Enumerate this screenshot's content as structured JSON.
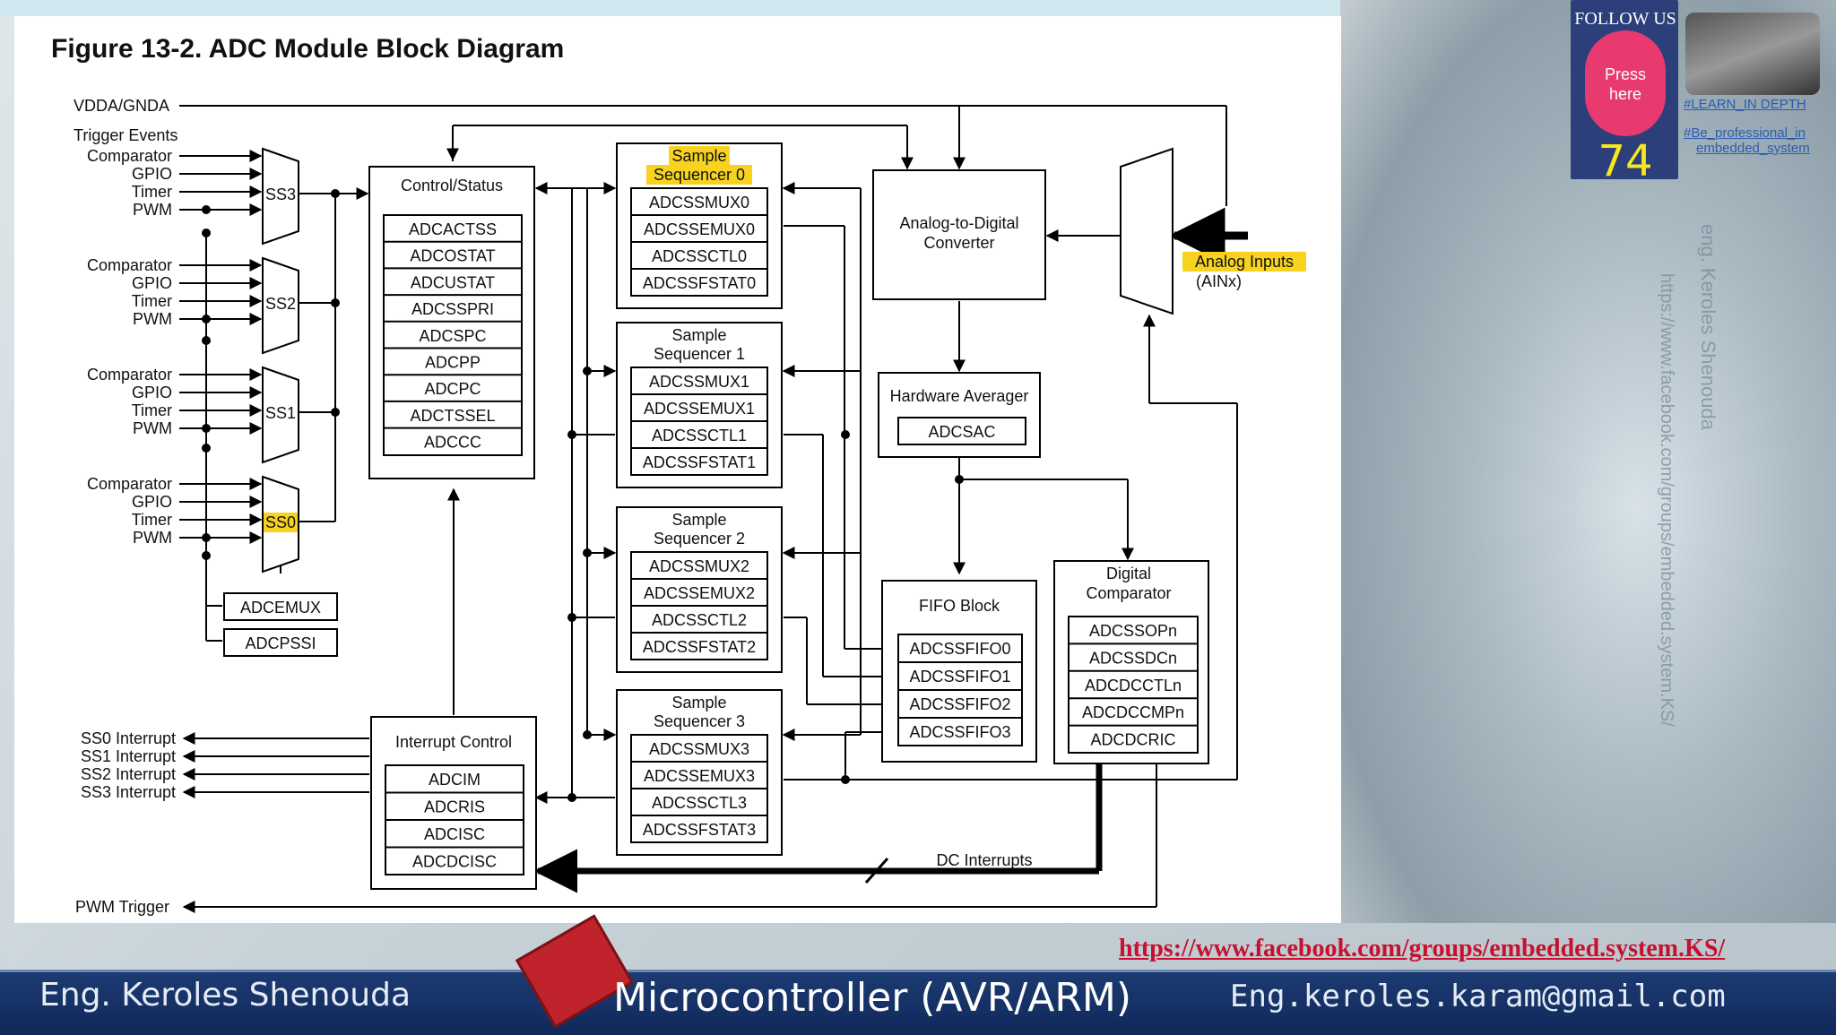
{
  "figure_title": "Figure 13-2. ADC Module Block Diagram",
  "diagram": {
    "vdda": "VDDA/GNDA",
    "trigger_events": "Trigger Events",
    "triggers": [
      "Comparator",
      "GPIO",
      "Timer",
      "PWM"
    ],
    "ss_labels": [
      "SS3",
      "SS2",
      "SS1",
      "SS0"
    ],
    "adcemux": "ADCEMUX",
    "adcpssi": "ADCPSSI",
    "control_status": {
      "title": "Control/Status",
      "registers": [
        "ADCACTSS",
        "ADCOSTAT",
        "ADCUSTAT",
        "ADCSSPRI",
        "ADCSPC",
        "ADCPP",
        "ADCPC",
        "ADCTSSEL",
        "ADCCC"
      ]
    },
    "sequencers": [
      {
        "title_line1": "Sample",
        "title_line2": "Sequencer 0",
        "registers": [
          "ADCSSMUX0",
          "ADCSSEMUX0",
          "ADCSSCTL0",
          "ADCSSFSTAT0"
        ]
      },
      {
        "title_line1": "Sample",
        "title_line2": "Sequencer 1",
        "registers": [
          "ADCSSMUX1",
          "ADCSSEMUX1",
          "ADCSSCTL1",
          "ADCSSFSTAT1"
        ]
      },
      {
        "title_line1": "Sample",
        "title_line2": "Sequencer 2",
        "registers": [
          "ADCSSMUX2",
          "ADCSSEMUX2",
          "ADCSSCTL2",
          "ADCSSFSTAT2"
        ]
      },
      {
        "title_line1": "Sample",
        "title_line2": "Sequencer 3",
        "registers": [
          "ADCSSMUX3",
          "ADCSSEMUX3",
          "ADCSSCTL3",
          "ADCSSFSTAT3"
        ]
      }
    ],
    "converter": {
      "line1": "Analog-to-Digital",
      "line2": "Converter"
    },
    "averager": {
      "title": "Hardware Averager",
      "register": "ADCSAC"
    },
    "fifo": {
      "title": "FIFO Block",
      "registers": [
        "ADCSSFIFO0",
        "ADCSSFIFO1",
        "ADCSSFIFO2",
        "ADCSSFIFO3"
      ]
    },
    "comparator": {
      "line1": "Digital",
      "line2": "Comparator",
      "registers": [
        "ADCSSOPn",
        "ADCSSDCn",
        "ADCDCCTLn",
        "ADCDCCMPn",
        "ADCDCRIC"
      ]
    },
    "interrupt_control": {
      "title": "Interrupt Control",
      "registers": [
        "ADCIM",
        "ADCRIS",
        "ADCISC",
        "ADCDCISC"
      ]
    },
    "interrupts": [
      "SS0 Interrupt",
      "SS1 Interrupt",
      "SS2 Interrupt",
      "SS3 Interrupt"
    ],
    "pwm_trigger": "PWM Trigger",
    "dc_interrupts": "DC Interrupts",
    "analog_inputs": "Analog Inputs",
    "ainx": "(AINx)",
    "highlight_color": "#f7d320"
  },
  "overlay": {
    "follow_us": "FOLLOW US",
    "press": "Press",
    "here": "here",
    "page_number": "74",
    "tag1": "#LEARN_IN DEPTH",
    "tag2": "#Be_professional_in",
    "tag3": "embedded_system",
    "vertical_name": "eng. Keroles Shenouda",
    "vertical_url": "https://www.facebook.com/groups/embedded.system.KS/",
    "fb_link": "https://www.facebook.com/groups/embedded.system.KS/",
    "author": "Eng. Keroles Shenouda",
    "course": "Microcontroller (AVR/ARM)",
    "email": "Eng.keroles.karam@gmail.com"
  }
}
